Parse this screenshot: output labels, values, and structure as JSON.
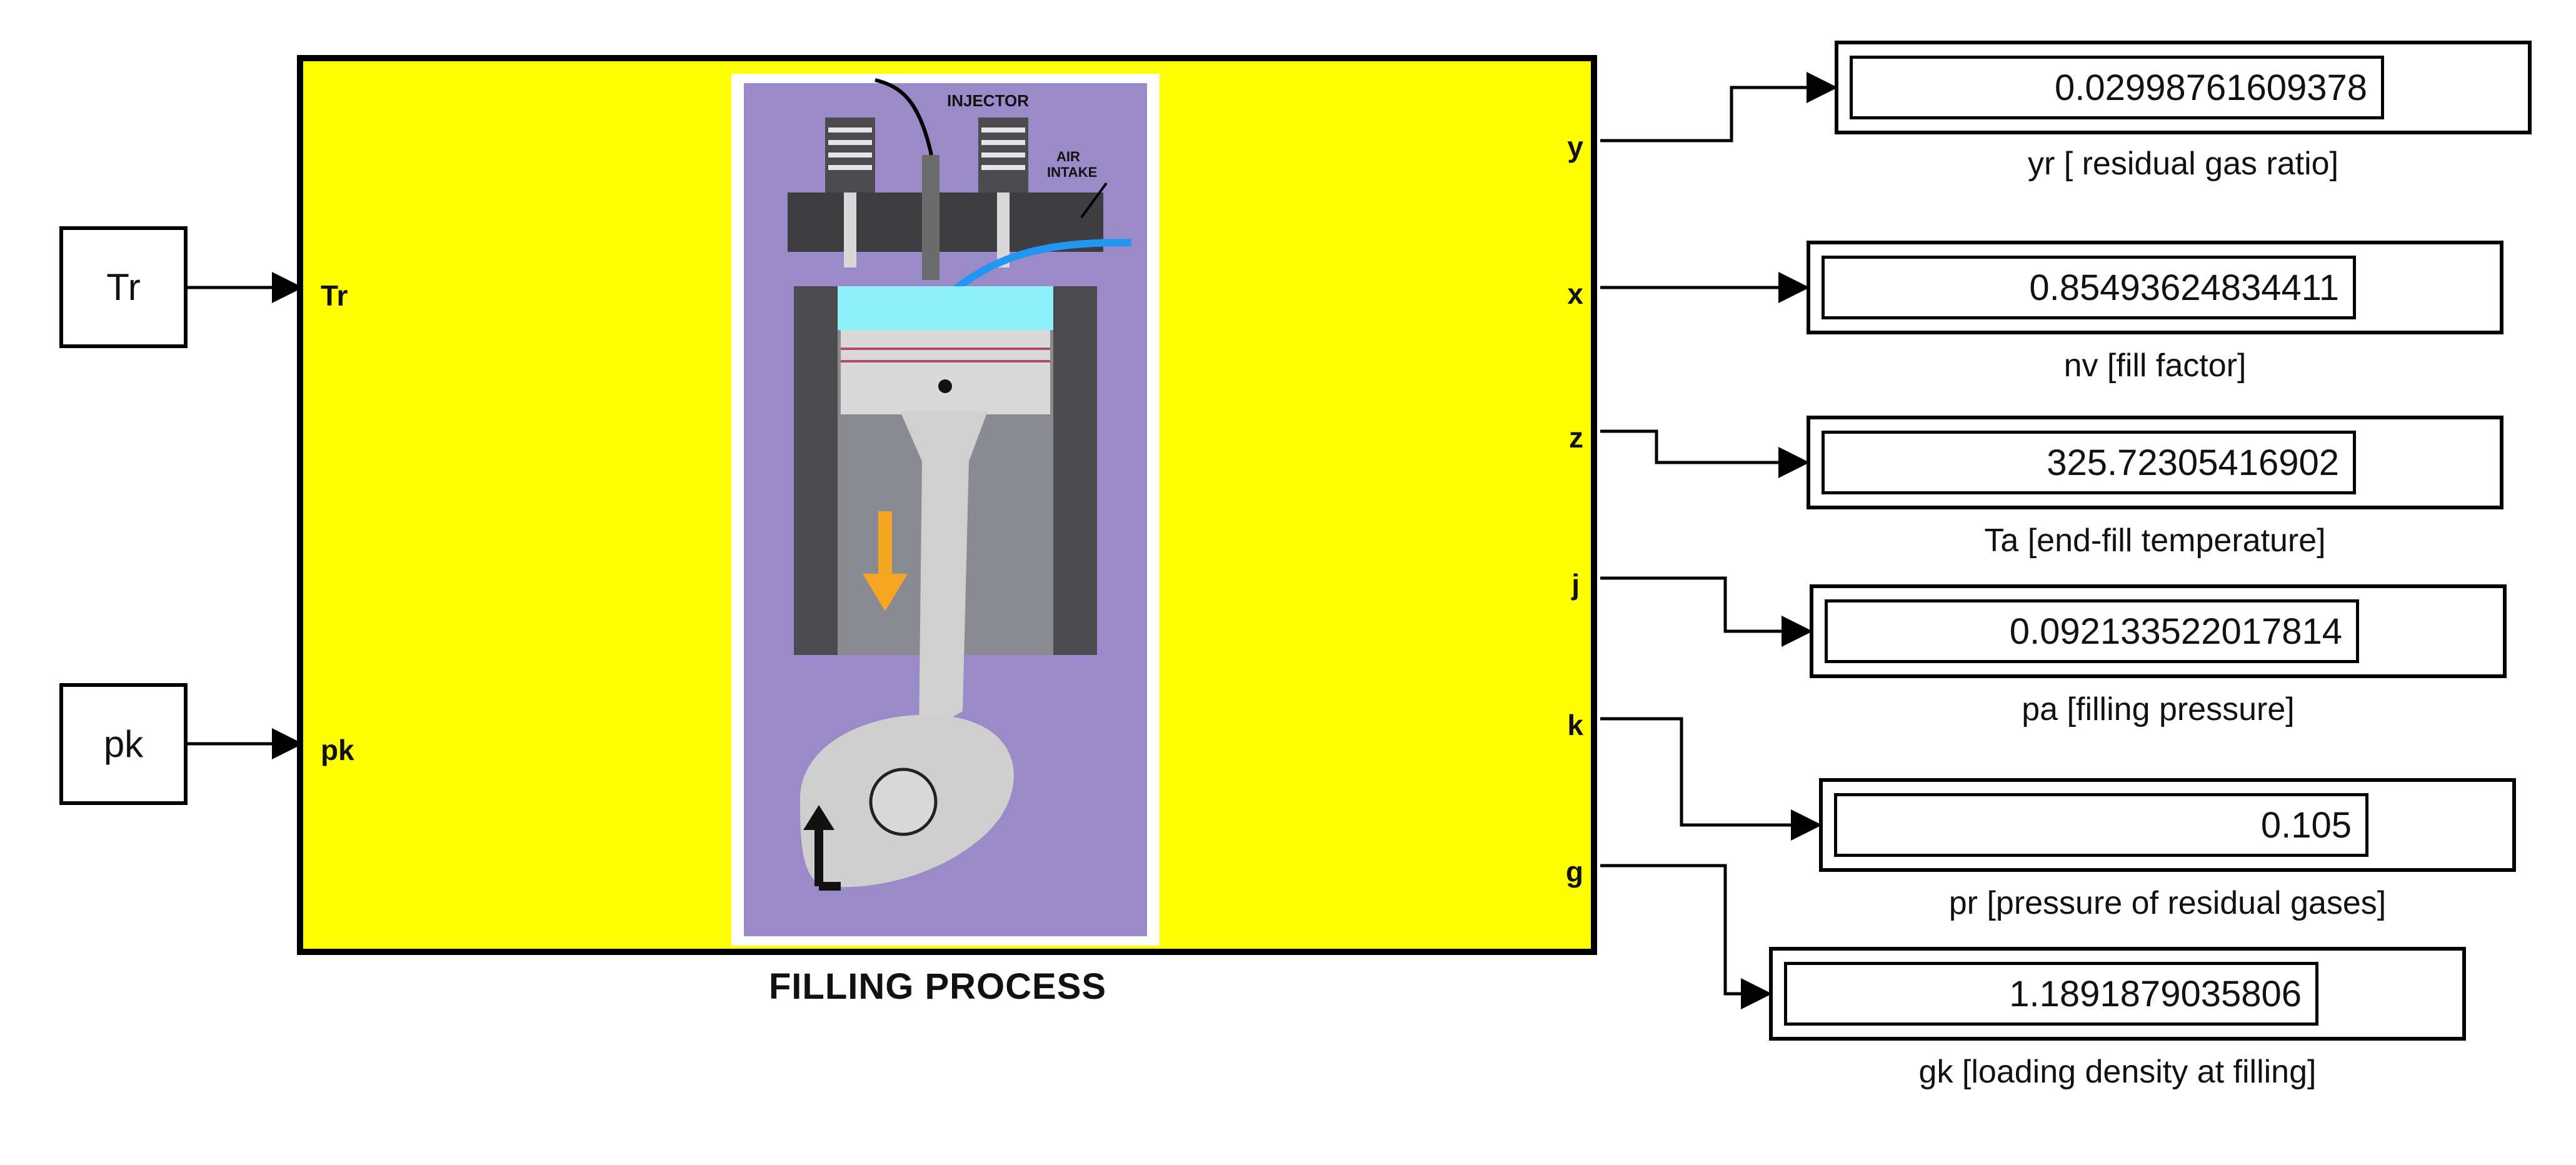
{
  "inputs": [
    {
      "block_label": "Tr",
      "port_label": "Tr"
    },
    {
      "block_label": "pk",
      "port_label": "pk"
    }
  ],
  "subsystem": {
    "title": "FILLING PROCESS",
    "illustration": {
      "injector_label": "INJECTOR",
      "air_intake_label_1": "AIR",
      "air_intake_label_2": "INTAKE"
    }
  },
  "outputs": [
    {
      "port": "y",
      "value": "0.02998761609378",
      "label": "yr [ residual gas ratio]"
    },
    {
      "port": "x",
      "value": "0.85493624834411",
      "label": "nv [fill factor]"
    },
    {
      "port": "z",
      "value": "325.72305416902",
      "label": "Ta [end-fill temperature]"
    },
    {
      "port": "j",
      "value": "0.092133522017814",
      "label": "pa [filling pressure]"
    },
    {
      "port": "k",
      "value": "0.105",
      "label": "pr [pressure of residual gases]"
    },
    {
      "port": "g",
      "value": "1.1891879035806",
      "label": "gk [loading density at filling]"
    }
  ],
  "colors": {
    "block_fill": "#ffff00",
    "illustration_bg": "#9b8ac8",
    "arrow": "#f5a623",
    "air": "#2196f3"
  }
}
